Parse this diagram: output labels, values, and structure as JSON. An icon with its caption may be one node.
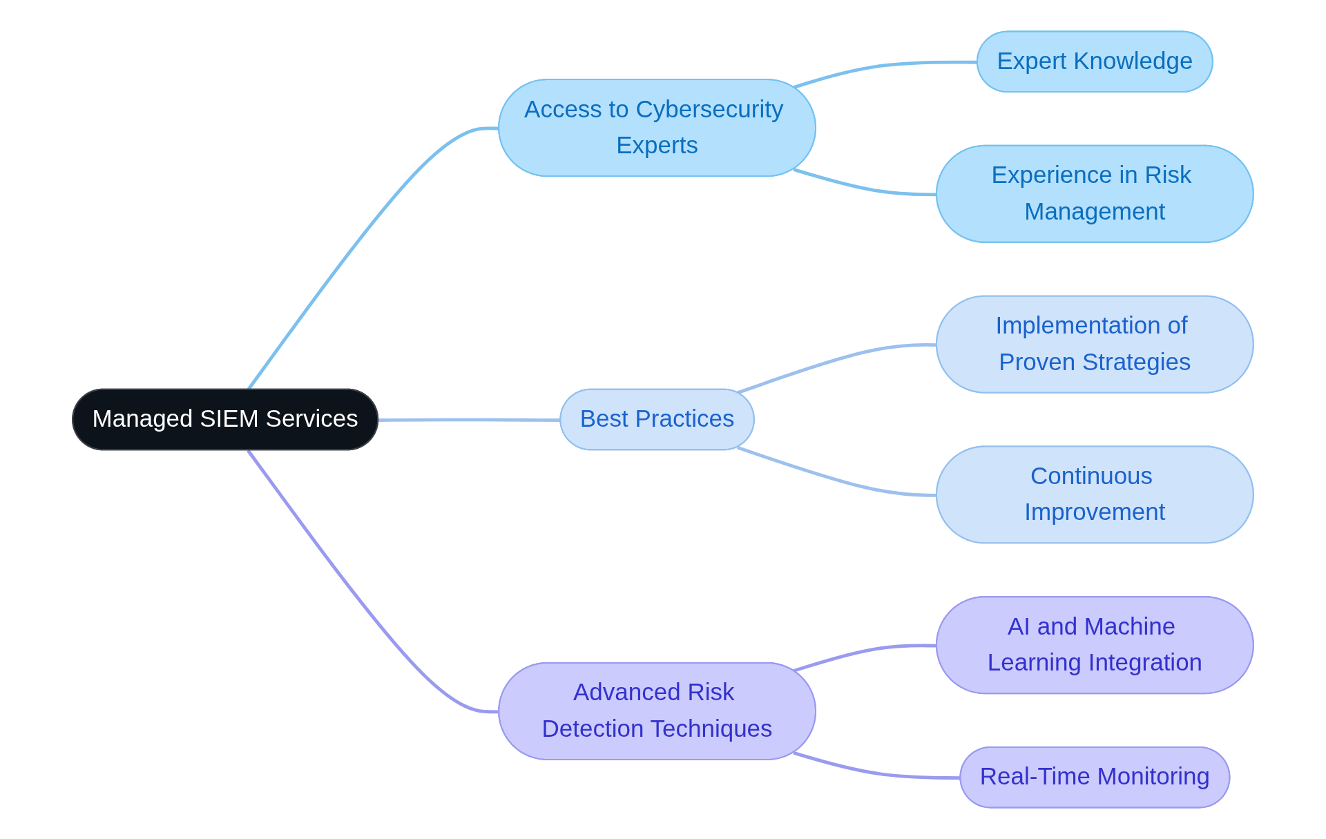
{
  "diagram": {
    "nodes": [
      {
        "text": [
          "Managed SIEM Services"
        ]
      },
      {
        "text": [
          "Access to Cybersecurity Experts"
        ]
      },
      {
        "text": [
          "Expert Knowledge"
        ]
      },
      {
        "text": [
          "Experience in Risk Management"
        ]
      },
      {
        "text": [
          "Best Practices"
        ]
      },
      {
        "text": [
          "Implementation of Proven Strategies"
        ]
      },
      {
        "text": [
          "Continuous Improvement"
        ]
      },
      {
        "text": [
          "Advanced Risk Detection Techniques"
        ]
      },
      {
        "text": [
          "AI and Machine Learning Integration"
        ]
      },
      {
        "text": [
          "Real-Time Monitoring"
        ]
      }
    ],
    "edges": [
      {
        "from": 0,
        "to": 1,
        "arrow": "none",
        "color": "#7cc0ee"
      },
      {
        "from": 1,
        "to": 2,
        "arrow": "none",
        "color": "#7cc0ee"
      },
      {
        "from": 1,
        "to": 3,
        "arrow": "none",
        "color": "#7cc0ee"
      },
      {
        "from": 0,
        "to": 4,
        "arrow": "none",
        "color": "#9dc0ee"
      },
      {
        "from": 4,
        "to": 5,
        "arrow": "none",
        "color": "#9dc0ee"
      },
      {
        "from": 4,
        "to": 6,
        "arrow": "none",
        "color": "#9dc0ee"
      },
      {
        "from": 0,
        "to": 7,
        "arrow": "none",
        "color": "#9a9af0"
      },
      {
        "from": 7,
        "to": 8,
        "arrow": "none",
        "color": "#9a9af0"
      },
      {
        "from": 7,
        "to": 9,
        "arrow": "none",
        "color": "#9a9af0"
      }
    ]
  }
}
